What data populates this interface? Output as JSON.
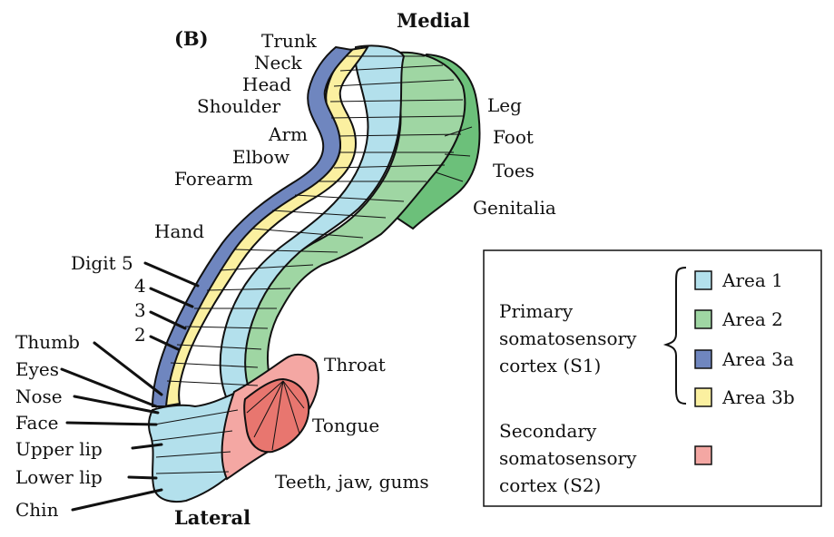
{
  "panel_label": "(B)",
  "orientation": {
    "top": "Medial",
    "bottom": "Lateral"
  },
  "body_labels": {
    "trunk": "Trunk",
    "neck": "Neck",
    "head": "Head",
    "shoulder": "Shoulder",
    "arm": "Arm",
    "elbow": "Elbow",
    "forearm": "Forearm",
    "hand": "Hand",
    "digit5": "Digit 5",
    "digit4": "4",
    "digit3": "3",
    "digit2": "2",
    "thumb": "Thumb",
    "eyes": "Eyes",
    "nose": "Nose",
    "face": "Face",
    "upper_lip": "Upper lip",
    "lower_lip": "Lower lip",
    "chin": "Chin",
    "leg": "Leg",
    "foot": "Foot",
    "toes": "Toes",
    "genitalia": "Genitalia",
    "throat": "Throat",
    "tongue": "Tongue",
    "teeth": "Teeth, jaw, gums"
  },
  "legend": {
    "primary_line1": "Primary",
    "primary_line2": "somatosensory",
    "primary_line3": "cortex (S1)",
    "secondary_line1": "Secondary",
    "secondary_line2": "somatosensory",
    "secondary_line3": "cortex (S2)",
    "area1": "Area 1",
    "area2": "Area 2",
    "area3a": "Area 3a",
    "area3b": "Area 3b"
  },
  "colors": {
    "area1": "#b3e0ec",
    "area2": "#9fd6a3",
    "area2_dark": "#6cc07a",
    "area3a": "#6f86bf",
    "area3b": "#fbf0a0",
    "s2": "#f4a7a3",
    "s2_dark": "#e8766f",
    "outline": "#111111"
  }
}
